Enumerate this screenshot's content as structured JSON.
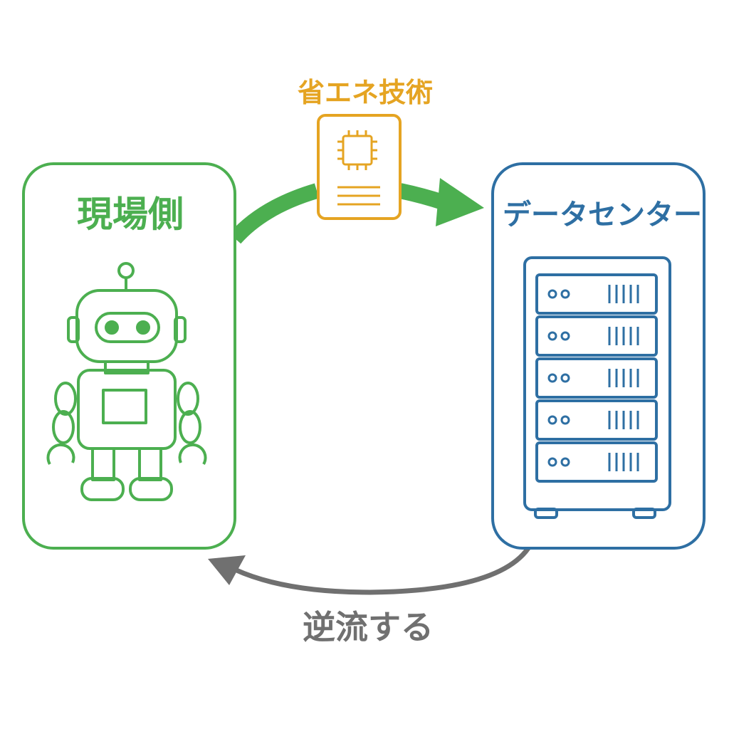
{
  "colors": {
    "green": "#4caf50",
    "blue": "#2e6fa3",
    "orange": "#e5a422",
    "gray": "#707070",
    "background": "#ffffff"
  },
  "left_panel": {
    "title": "現場側",
    "icon": "robot-icon"
  },
  "right_panel": {
    "title": "データセンター",
    "icon": "server-rack-icon",
    "server_units": 5
  },
  "top_flow": {
    "label": "省エネ技術",
    "icon": "chip-icon",
    "direction": "left-to-right"
  },
  "bottom_flow": {
    "label": "逆流する",
    "direction": "right-to-left"
  }
}
